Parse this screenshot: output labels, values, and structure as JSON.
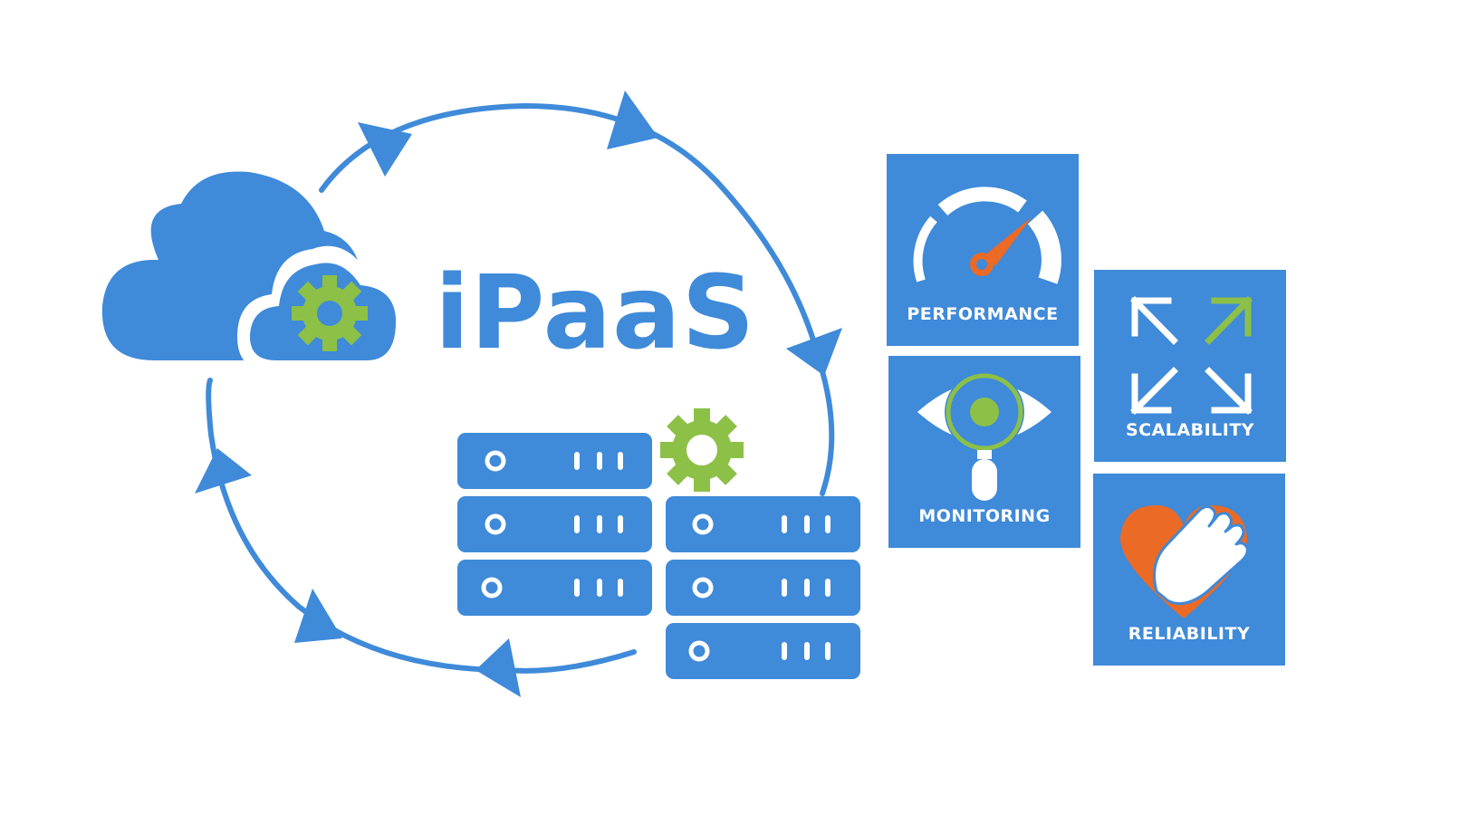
{
  "title": "iPaaS",
  "colors": {
    "primary": "#3f8ad9",
    "accent_green": "#8cc047",
    "accent_orange": "#ea6a26",
    "background": "#ffffff"
  },
  "tiles": [
    {
      "label": "PERFORMANCE",
      "icon": "speedometer-icon"
    },
    {
      "label": "MONITORING",
      "icon": "eye-magnifier-icon"
    },
    {
      "label": "SCALABILITY",
      "icon": "expand-arrows-icon"
    },
    {
      "label": "RELIABILITY",
      "icon": "heart-hand-icon"
    }
  ],
  "icons": [
    "cloud-icon",
    "cloud-gear-icon",
    "gear-icon",
    "server-stack-icon",
    "cycle-arrows-icon"
  ]
}
